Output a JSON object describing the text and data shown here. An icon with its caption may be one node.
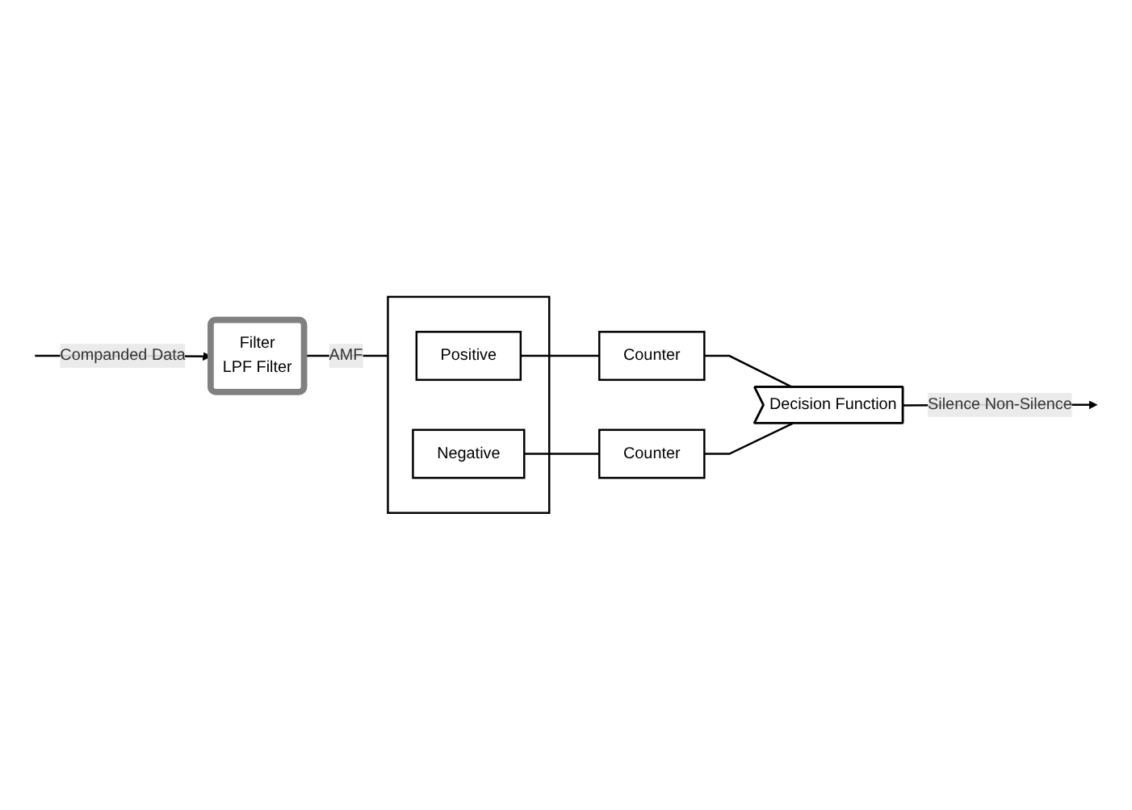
{
  "diagram": {
    "nodes": [
      {
        "text": [
          "Filter",
          "LPF Filter"
        ]
      },
      {
        "text": [],
        "shape": "box"
      },
      {
        "text": [
          "Positive"
        ],
        "in": 1
      },
      {
        "text": [
          "Negative"
        ],
        "in": 1
      },
      {
        "text": [
          "Counter"
        ]
      },
      {
        "text": [
          "Counter"
        ]
      },
      {
        "text": [
          "Decision Function"
        ]
      }
    ],
    "edges": [
      {
        "from": null,
        "to": 0,
        "arrow": "to",
        "label": "Companded Data"
      },
      {
        "from": 0,
        "to": 1,
        "arrow": "none",
        "label": "AMF"
      },
      {
        "from": 2,
        "to": 4,
        "arrow": "none"
      },
      {
        "from": 3,
        "to": 5,
        "arrow": "none"
      },
      {
        "from": 4,
        "to": 6,
        "arrow": "none"
      },
      {
        "from": 5,
        "to": 6,
        "arrow": "none"
      },
      {
        "from": 6,
        "to": null,
        "arrow": "to",
        "label": "Silence Non-Silence"
      }
    ]
  }
}
